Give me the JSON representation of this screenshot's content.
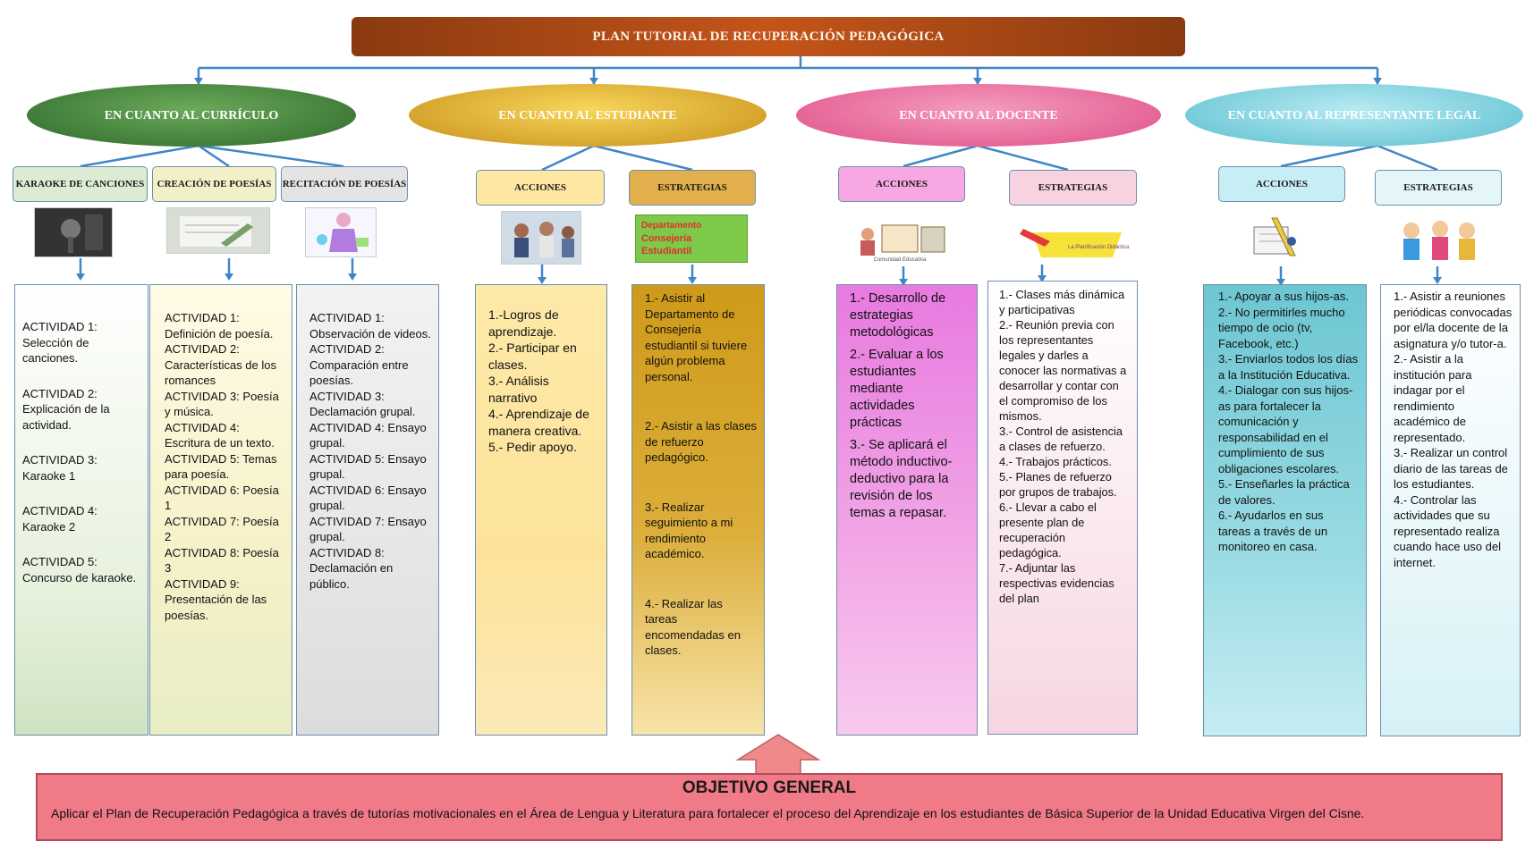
{
  "title": "PLAN TUTORIAL DE RECUPERACIÓN PEDAGÓGICA",
  "branches": [
    {
      "label": "EN CUANTO AL CURRÍCULO"
    },
    {
      "label": "EN CUANTO AL ESTUDIANTE"
    },
    {
      "label": "EN CUANTO AL DOCENTE"
    },
    {
      "label": "EN CUANTO AL REPRESENTANTE LEGAL"
    }
  ],
  "subheaders": [
    "KARAOKE DE CANCIONES",
    "CREACIÓN DE POESÍAS",
    "RECITACIÓN DE POESÍAS",
    "ACCIONES",
    "ESTRATEGIAS",
    "ACCIONES",
    "ESTRATEGIAS",
    "ACCIONES",
    "ESTRATEGIAS"
  ],
  "thumb_text": {
    "consejeria_1": "Departamento",
    "consejeria_2": "Consejería",
    "consejeria_3": "Estudiantil",
    "caption_docente": "Comunidad Educativa",
    "caption_estrategia": "La Planificación Didáctica"
  },
  "columns": [
    [
      "ACTIVIDAD 1: Selección de canciones.",
      "ACTIVIDAD 2: Explicación de la actividad.",
      "ACTIVIDAD 3: Karaoke 1",
      "ACTIVIDAD 4: Karaoke 2",
      "ACTIVIDAD 5: Concurso de karaoke."
    ],
    [
      "ACTIVIDAD 1: Definición de poesía.",
      "ACTIVIDAD 2: Características de los romances",
      "ACTIVIDAD 3: Poesía y música.",
      "ACTIVIDAD 4: Escritura de un texto.",
      "ACTIVIDAD 5: Temas para poesía.",
      "ACTIVIDAD 6: Poesía 1",
      "ACTIVIDAD 7: Poesía 2",
      "ACTIVIDAD 8: Poesía 3",
      "ACTIVIDAD 9: Presentación de las poesías."
    ],
    [
      "ACTIVIDAD 1: Observación de videos.",
      "ACTIVIDAD 2: Comparación entre poesías.",
      "ACTIVIDAD 3: Declamación grupal.",
      "ACTIVIDAD 4: Ensayo grupal.",
      "ACTIVIDAD 5: Ensayo grupal.",
      "ACTIVIDAD 6: Ensayo grupal.",
      "ACTIVIDAD 7: Ensayo grupal.",
      "ACTIVIDAD 8: Declamación en público."
    ],
    [
      "1.-Logros de aprendizaje.",
      "2.- Participar en clases.",
      "3.- Análisis narrativo",
      "4.- Aprendizaje de manera creativa.",
      "5.- Pedir apoyo."
    ],
    [
      "1.- Asistir al Departamento de Consejería estudiantil si tuviere algún problema personal.",
      "2.- Asistir a las clases de refuerzo pedagógico.",
      "3.- Realizar seguimiento a mi rendimiento académico.",
      "4.- Realizar las tareas encomendadas en clases."
    ],
    [
      "1.- Desarrollo de estrategias metodológicas",
      "2.- Evaluar a los estudiantes mediante actividades prácticas",
      "3.- Se aplicará el método inductivo-deductivo para la revisión de los temas a repasar."
    ],
    [
      "1.- Clases más dinámica y participativas",
      "2.- Reunión previa con los representantes legales y darles a conocer las normativas a desarrollar y contar con el compromiso de los mismos.",
      "3.- Control de asistencia a clases de refuerzo.",
      "4.- Trabajos prácticos.",
      "5.- Planes de refuerzo por grupos de trabajos.",
      "6.- Llevar a cabo el presente plan de recuperación pedagógica.",
      "7.- Adjuntar las respectivas evidencias del plan"
    ],
    [
      "1.- Apoyar a sus hijos-as.",
      "2.- No permitirles mucho tiempo de ocio (tv, Facebook, etc.)",
      "3.- Enviarlos todos los días a la Institución Educativa.",
      "4.- Dialogar con sus hijos-as para fortalecer la comunicación y responsabilidad en el cumplimiento de sus obligaciones escolares.",
      "5.- Enseñarles la práctica de valores.",
      "6.- Ayudarlos en sus tareas a través de un monitoreo en casa."
    ],
    [
      "1.- Asistir a reuniones periódicas convocadas por el/la docente de la asignatura y/o tutor-a.",
      "2.- Asistir a la institución para indagar por el rendimiento académico de representado.",
      "3.- Realizar un control diario de las tareas de los estudiantes.",
      "4.- Controlar las actividades que su representado realiza cuando hace uso del internet."
    ]
  ],
  "objective": {
    "title": "OBJETIVO GENERAL",
    "text": "Aplicar el Plan de Recuperación Pedagógica a través de tutorías motivacionales en el Área de Lengua y Literatura para fortalecer el proceso del Aprendizaje en los estudiantes de Básica Superior de la Unidad Educativa Virgen del Cisne."
  },
  "colors": {
    "curriculo": "#3c7a3a",
    "estudiante": "#d9a21a",
    "docente": "#e8558e",
    "representante": "#7fd0dc",
    "connector": "#3f86c8"
  }
}
